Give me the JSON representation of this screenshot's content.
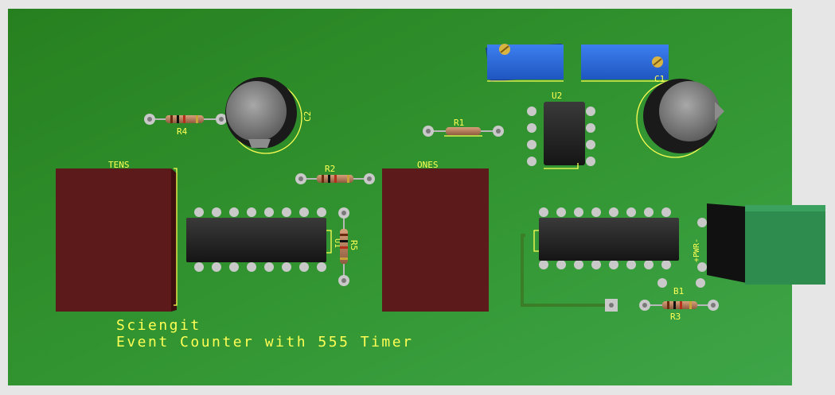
{
  "board": {
    "labels": {
      "tens": "TENS",
      "ones": "ONES",
      "r1": "R1",
      "r2": "R2",
      "r3": "R3",
      "r4": "R4",
      "r5": "R5",
      "c1": "C1",
      "c2": "C2",
      "u1": "U1",
      "u2": "U2",
      "b1": "B1",
      "pwr": "+PWR-"
    },
    "title_line1": "Sciengit",
    "title_line2": "Event Counter with 555 Timer"
  },
  "colors": {
    "background": "#e6e6e6",
    "board_green": "#2f8f2c",
    "silkscreen": "#ffff55",
    "display_red": "#5c1a1a",
    "trimpot_blue": "#2a66d8",
    "connector_green": "#2e8c4e"
  }
}
